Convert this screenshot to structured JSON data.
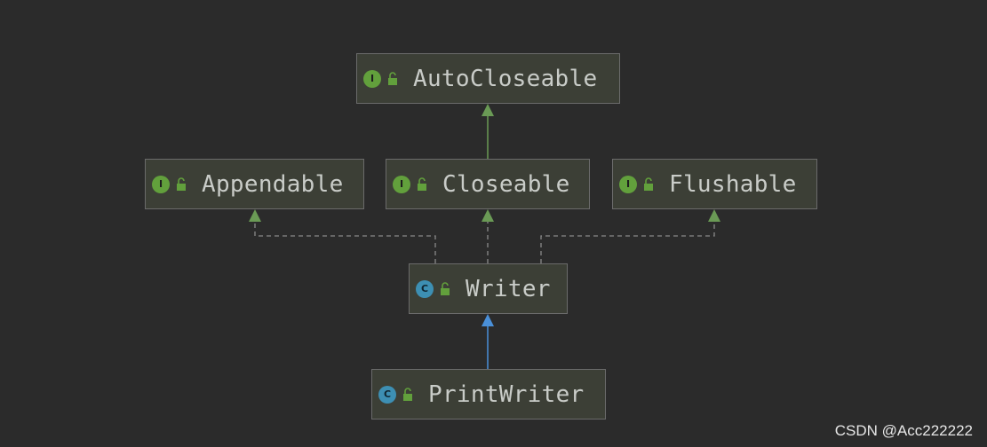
{
  "nodes": {
    "autocloseable": {
      "label": "AutoCloseable",
      "badge": "I",
      "kind": "interface"
    },
    "appendable": {
      "label": "Appendable",
      "badge": "I",
      "kind": "interface"
    },
    "closeable": {
      "label": "Closeable",
      "badge": "I",
      "kind": "interface"
    },
    "flushable": {
      "label": "Flushable",
      "badge": "I",
      "kind": "interface"
    },
    "writer": {
      "label": "Writer",
      "badge": "C",
      "kind": "abstract-class"
    },
    "printwriter": {
      "label": "PrintWriter",
      "badge": "C",
      "kind": "class"
    }
  },
  "edges": [
    {
      "from": "closeable",
      "to": "autocloseable",
      "type": "extends"
    },
    {
      "from": "writer",
      "to": "appendable",
      "type": "implements"
    },
    {
      "from": "writer",
      "to": "closeable",
      "type": "implements"
    },
    {
      "from": "writer",
      "to": "flushable",
      "type": "implements"
    },
    {
      "from": "printwriter",
      "to": "writer",
      "type": "extends"
    }
  ],
  "colors": {
    "background": "#2b2b2b",
    "node_fill": "#3c3f36",
    "interface_badge": "#62a03c",
    "class_badge": "#3d8fb3",
    "interface_edge": "#6a9a55",
    "class_edge": "#4a90d9"
  },
  "watermark": "CSDN @Acc222222"
}
